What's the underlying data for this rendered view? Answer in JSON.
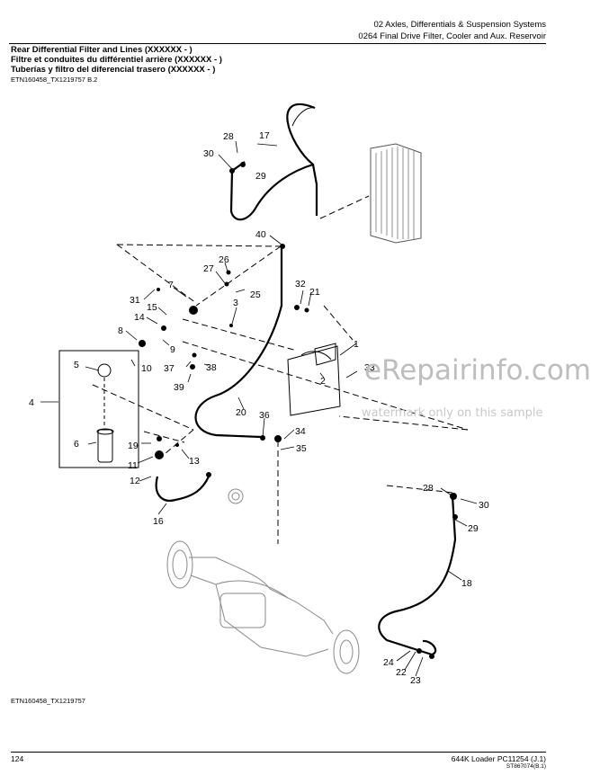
{
  "header": {
    "section": "02 Axles, Differentials & Suspension Systems",
    "group": "0264 Final Drive Filter, Cooler and Aux. Reservoir"
  },
  "title": {
    "en": "Rear Differential Filter and Lines (XXXXXX - )",
    "fr": "Filtre et conduites du différentiel arrière (XXXXXX - )",
    "es": "Tuberías y filtro del diferencial trasero (XXXXXX - )"
  },
  "figure_ref_top": "ETN160458_TX1219757 B.2",
  "figure_ref_bottom": "ETN160458_TX1219757",
  "watermark": {
    "brand": "eRepairinfo.com",
    "note": "watermark only on this sample"
  },
  "callouts": {
    "c1": "1",
    "c2": "2",
    "c3": "3",
    "c4": "4",
    "c5": "5",
    "c6": "6",
    "c7": "7",
    "c8": "8",
    "c9": "9",
    "c10": "10",
    "c11": "11",
    "c12": "12",
    "c13": "13",
    "c14": "14",
    "c15": "15",
    "c16": "16",
    "c17": "17",
    "c18": "18",
    "c19": "19",
    "c20": "20",
    "c21": "21",
    "c22": "22",
    "c23": "23",
    "c24": "24",
    "c25": "25",
    "c26": "26",
    "c27": "27",
    "c28": "28",
    "c29": "29",
    "c30": "30",
    "c31": "31",
    "c32": "32",
    "c33": "33",
    "c34": "34",
    "c35": "35",
    "c36": "36",
    "c37": "37",
    "c38": "38",
    "c39": "39",
    "c40": "40"
  },
  "footer": {
    "page": "124",
    "model": "644K Loader   PC11254   (J.1)",
    "code": "ST867074(B.1)"
  }
}
